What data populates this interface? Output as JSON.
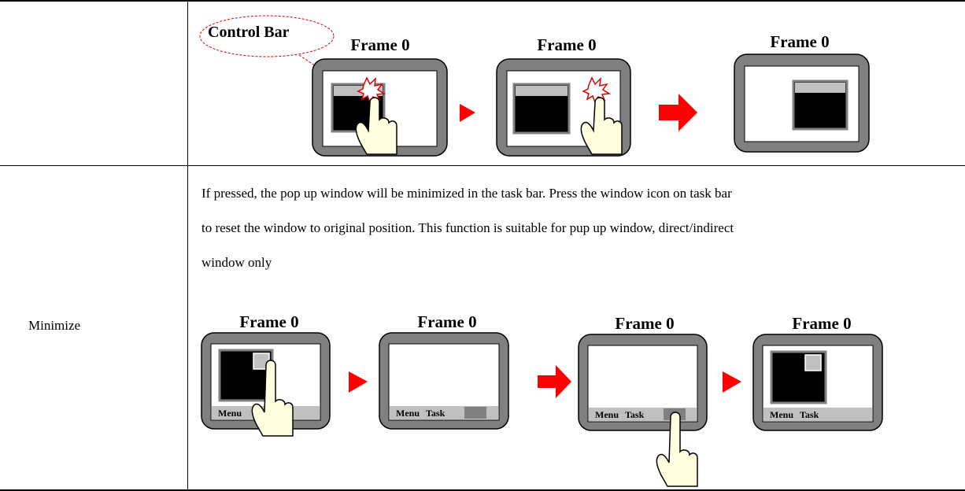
{
  "table": {
    "row1": {
      "label": "",
      "callout": "Control Bar",
      "frames": [
        "Frame 0",
        "Frame 0",
        "Frame 0"
      ]
    },
    "row2": {
      "label": "Minimize",
      "description_lines": [
        "If pressed, the pop up window will be minimized in the task bar. Press the window icon on task bar",
        "to reset the window to original position. This function is suitable for pup up window, direct/indirect",
        "window only"
      ],
      "frames": [
        "Frame 0",
        "Frame 0",
        "Frame 0",
        "Frame 0"
      ],
      "taskbar": {
        "menu": "Menu",
        "task": "Task"
      }
    }
  },
  "colors": {
    "arrow": "#ff0000",
    "bezel": "#808080",
    "bar": "#c0c0c0",
    "hand": "#ffffe0",
    "task_button": "#808080"
  },
  "icons": [
    "hand-pointer-icon",
    "touch-burst-icon",
    "arrow-right-icon",
    "triangle-right-icon"
  ]
}
